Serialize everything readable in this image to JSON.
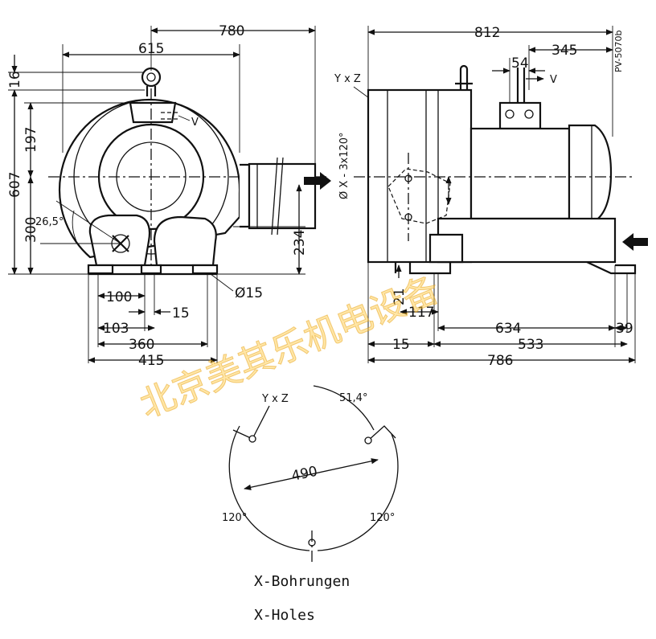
{
  "drawing_code": "PV-5070b",
  "front_view": {
    "dims": {
      "d780": "780",
      "d615": "615",
      "d16": "16",
      "d197": "197",
      "d607": "607",
      "d300": "300",
      "d234": "234",
      "d100": "100",
      "d15": "15",
      "d103": "103",
      "d360": "360",
      "d415": "415",
      "hole": "Ø15",
      "angle": "26,5°",
      "v": "V"
    }
  },
  "side_view": {
    "dims": {
      "d812": "812",
      "d345": "345",
      "d54": "54",
      "v": "V",
      "yxz": "Y x Z",
      "bolt": "Ø X - 3x120°",
      "d21": "21",
      "d117": "117",
      "d634": "634",
      "d39": "39",
      "d15": "15",
      "d533": "533",
      "d786": "786"
    }
  },
  "flange_view": {
    "yxz": "Y x Z",
    "angle": "51,4°",
    "d490": "490",
    "a120_left": "120°",
    "a120_right": "120°"
  },
  "legend": {
    "line1": "X-Bohrungen",
    "line2": "X-Holes"
  },
  "watermark": "北京美其乐机电设备"
}
